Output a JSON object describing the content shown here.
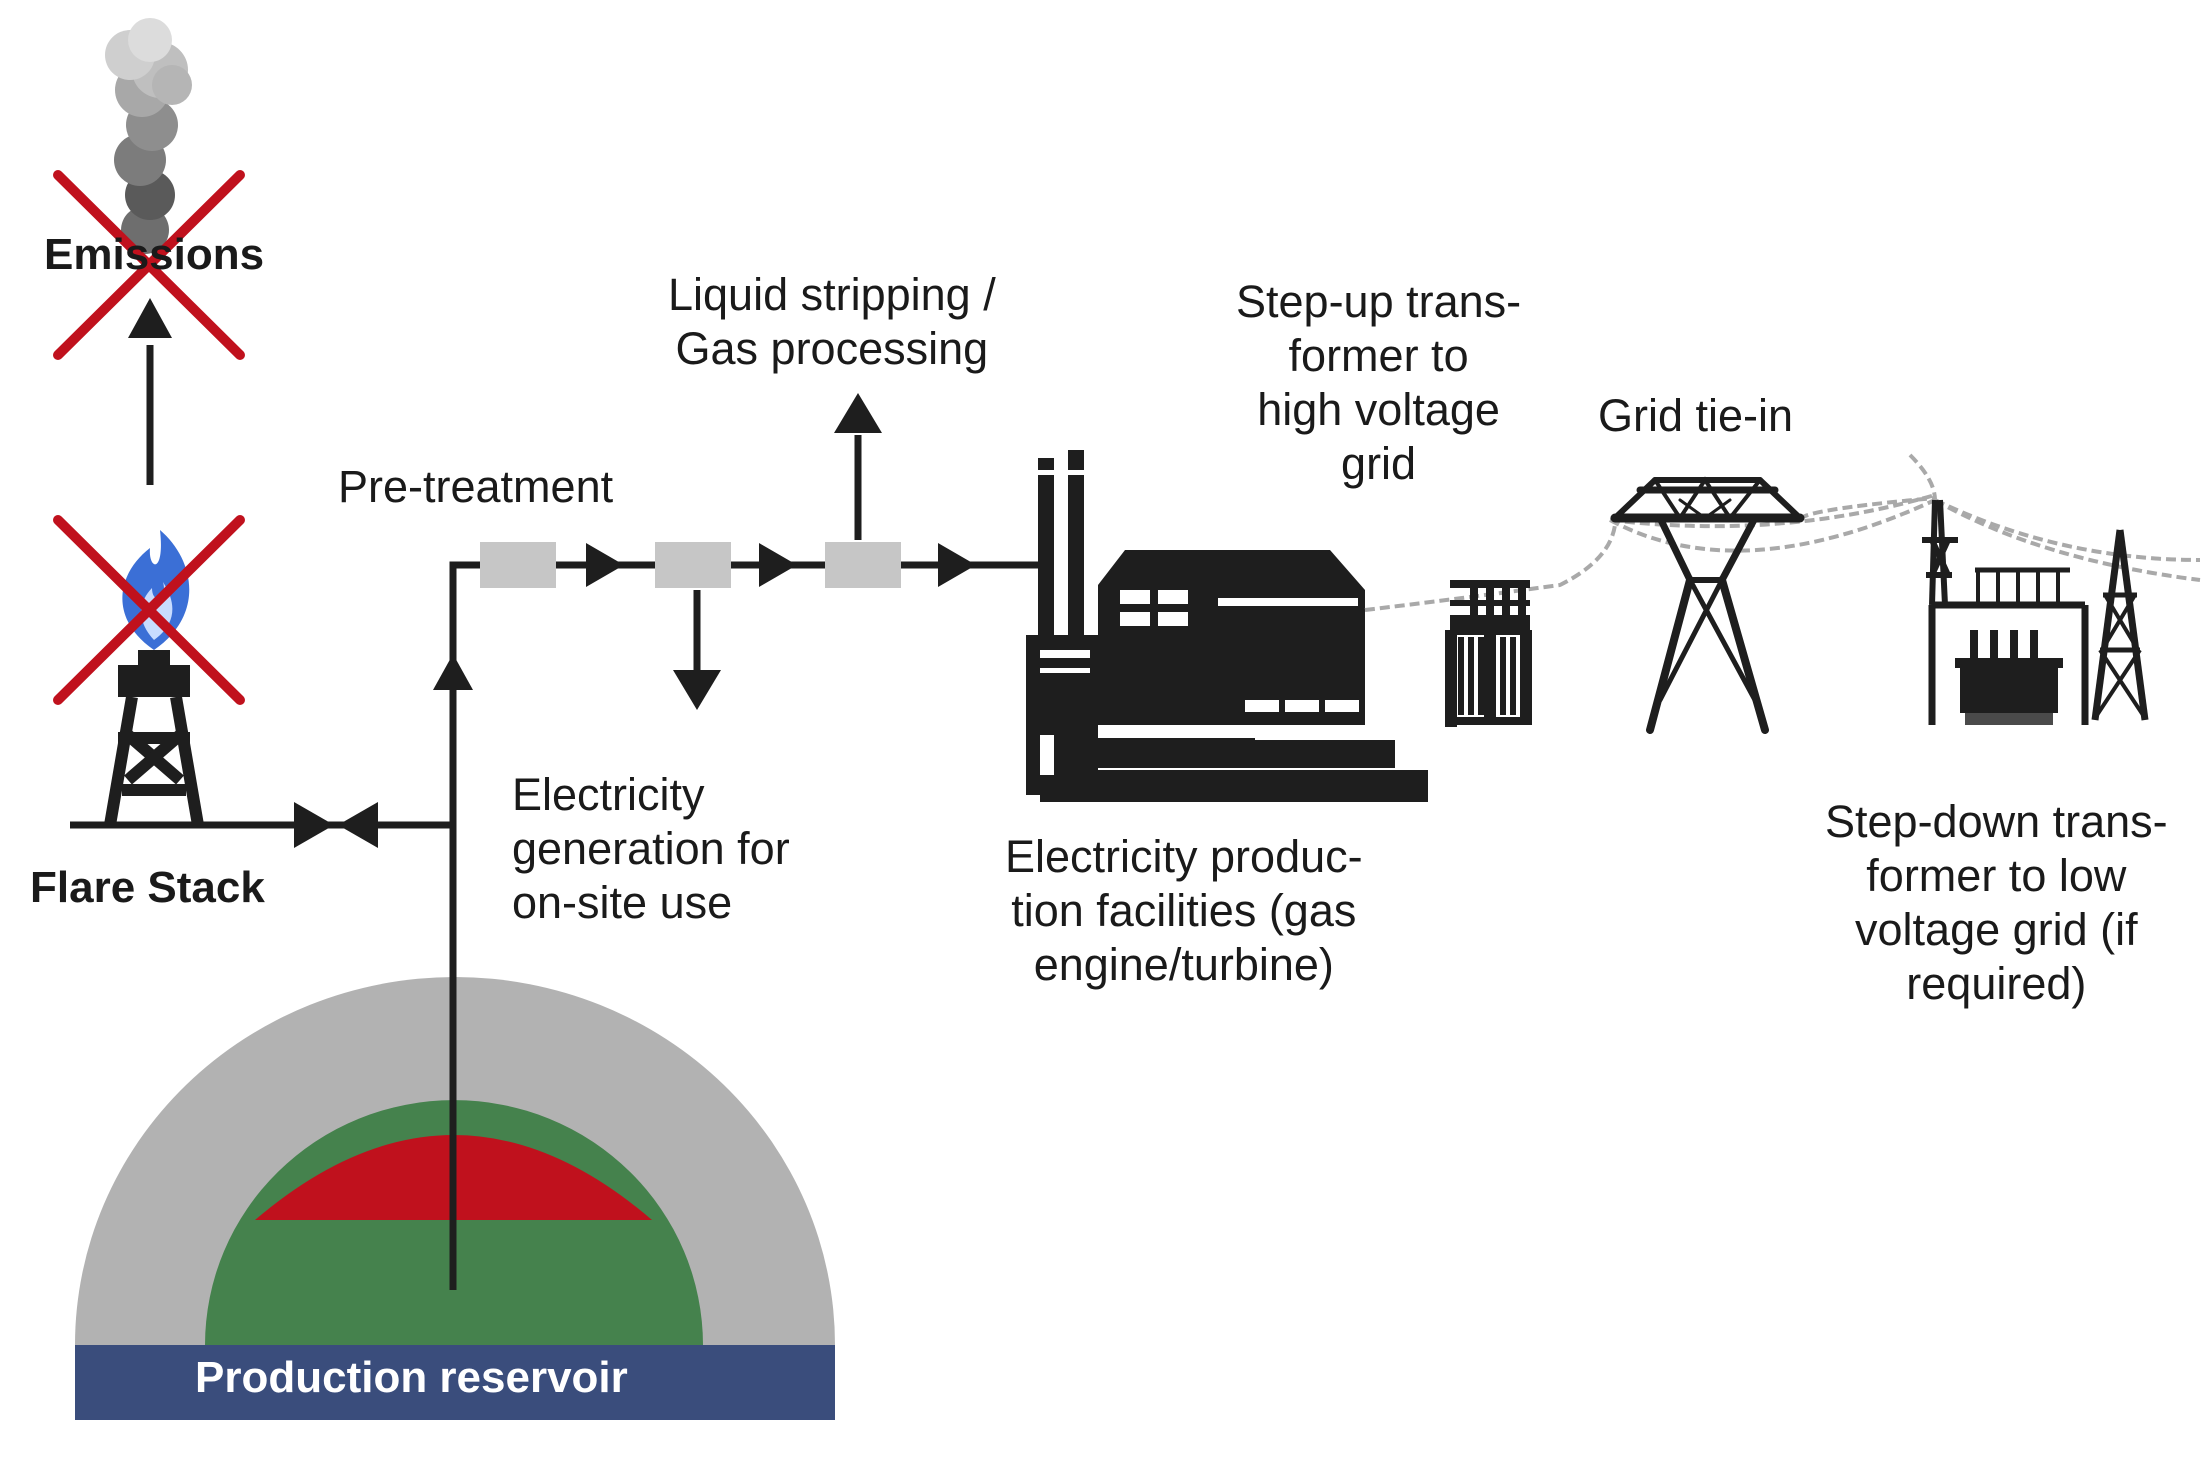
{
  "labels": {
    "emissions": "Emissions",
    "flare_stack": "Flare Stack",
    "pre_treatment": "Pre-treatment",
    "liquid_stripping": [
      "Liquid stripping /",
      "Gas processing"
    ],
    "onsite_generation": [
      "Electricity",
      "generation for",
      "on-site use"
    ],
    "electricity_production": [
      "Electricity produc-",
      "tion facilities (gas",
      "engine/turbine)"
    ],
    "step_up": [
      "Step-up trans-",
      "former to",
      "high voltage",
      "grid"
    ],
    "grid_tie_in": "Grid tie-in",
    "step_down": [
      "Step-down trans-",
      "former to low",
      "voltage grid (if",
      "required)"
    ],
    "reservoir": "Production reservoir"
  },
  "colors": {
    "line": "#1e1e1e",
    "cross": "#c0111d",
    "reservoir_oil": "#c0111d",
    "reservoir_gas": "#45824d",
    "reservoir_rock": "#b2b2b2",
    "reservoir_base": "#3a4d7c",
    "process_box": "#c6c6c6",
    "wire": "#a9a9a9",
    "flame": "#3b6fd6"
  },
  "icons": [
    "smoke-icon",
    "flame-icon",
    "flare-tower-icon",
    "power-plant-icon",
    "transformer-icon",
    "pylon-icon",
    "substation-icon"
  ]
}
